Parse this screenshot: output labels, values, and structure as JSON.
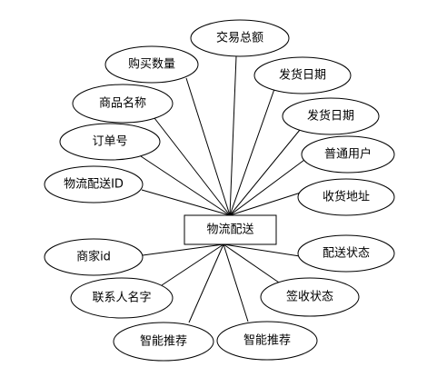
{
  "entity": {
    "label": "物流配送"
  },
  "attributes": [
    {
      "label": "交易总额"
    },
    {
      "label": "购买数量"
    },
    {
      "label": "发货日期"
    },
    {
      "label": "商品名称"
    },
    {
      "label": "发货日期"
    },
    {
      "label": "订单号"
    },
    {
      "label": "普通用户"
    },
    {
      "label": "物流配送ID"
    },
    {
      "label": "收货地址"
    },
    {
      "label": "商家id"
    },
    {
      "label": "配送状态"
    },
    {
      "label": "联系人名字"
    },
    {
      "label": "签收状态"
    },
    {
      "label": "智能推荐"
    },
    {
      "label": "智能推荐"
    }
  ]
}
